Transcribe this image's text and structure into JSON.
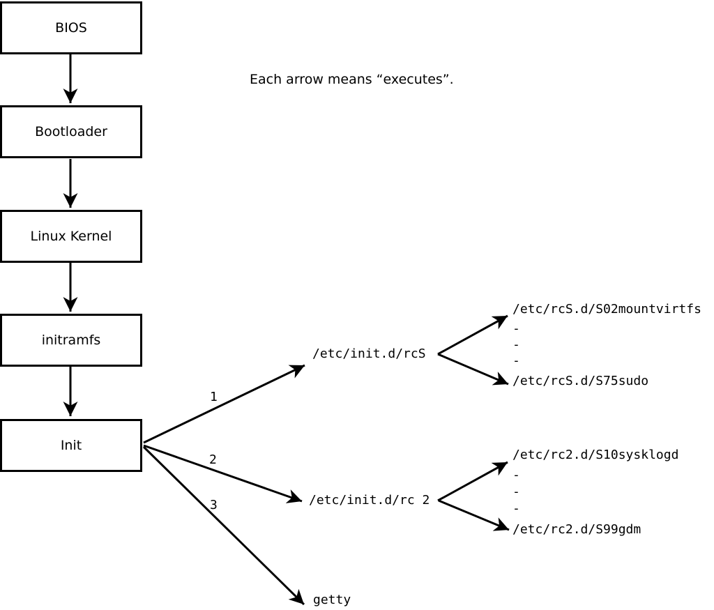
{
  "note": "Each arrow means “executes”.",
  "boxes": [
    {
      "label": "BIOS"
    },
    {
      "label": "Bootloader"
    },
    {
      "label": "Linux Kernel"
    },
    {
      "label": "initramfs"
    },
    {
      "label": "Init"
    }
  ],
  "fan": {
    "labels": [
      "1",
      "2",
      "3"
    ]
  },
  "branch1": {
    "root": "/etc/init.d/rcS",
    "first": "/etc/rcS.d/S02mountvirtfs",
    "dash": "-",
    "last": "/etc/rcS.d/S75sudo"
  },
  "branch2": {
    "root": "/etc/init.d/rc 2",
    "first": "/etc/rc2.d/S10sysklogd",
    "dash": "-",
    "last": "/etc/rc2.d/S99gdm"
  },
  "branch3": {
    "root": "getty"
  },
  "colors": {
    "ink": "#000000",
    "background": "#ffffff"
  }
}
